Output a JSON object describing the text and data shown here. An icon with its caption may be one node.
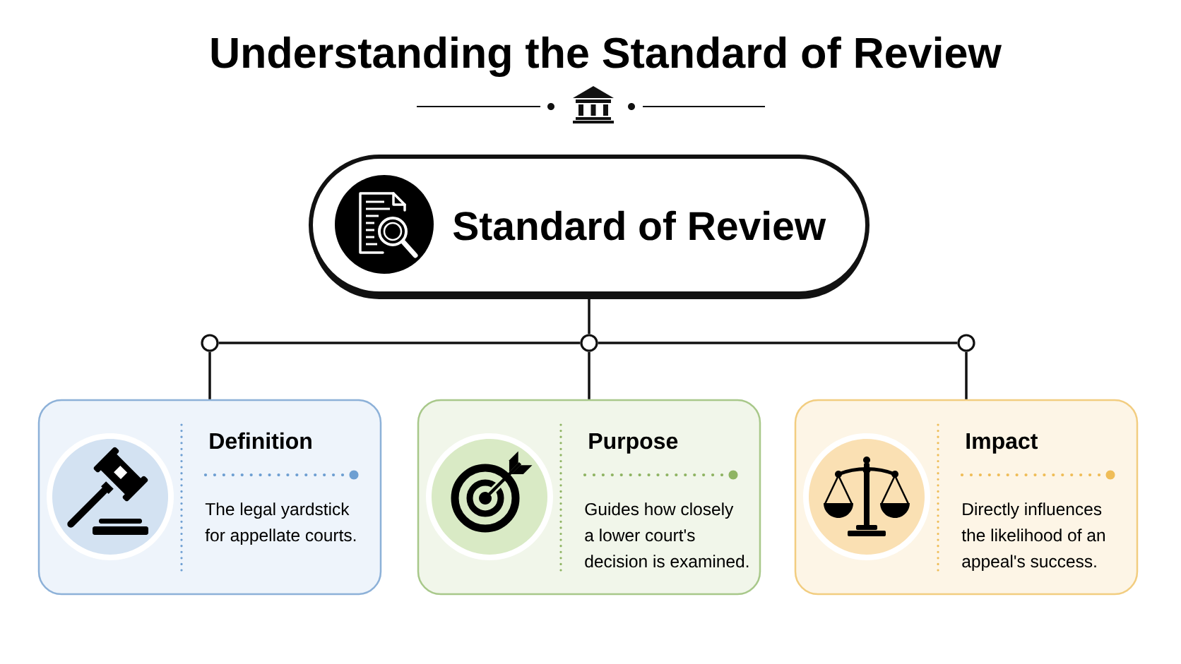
{
  "diagram": {
    "title": "Understanding the Standard of Review",
    "nodes": [
      {
        "text": [
          "Standard of Review"
        ]
      },
      {
        "text": [],
        "shape": "circle"
      },
      {
        "text": [],
        "shape": "circle"
      },
      {
        "text": [],
        "shape": "circle"
      },
      {
        "text": [
          "Definition",
          "The legal yardstick for appellate courts."
        ]
      },
      {
        "text": [
          "Purpose",
          "Guides how closely a lower court's decision is examined."
        ]
      },
      {
        "text": [
          "Impact",
          "Directly influences the likelihood of an appeal's success."
        ]
      }
    ],
    "edges": [
      {
        "from": 0,
        "to": 2,
        "arrow": "none"
      },
      {
        "from": 2,
        "to": 1,
        "arrow": "none"
      },
      {
        "from": 2,
        "to": 3,
        "arrow": "none"
      },
      {
        "from": 1,
        "to": 4,
        "arrow": "none"
      },
      {
        "from": 2,
        "to": 5,
        "arrow": "none"
      },
      {
        "from": 3,
        "to": 6,
        "arrow": "none"
      }
    ]
  }
}
